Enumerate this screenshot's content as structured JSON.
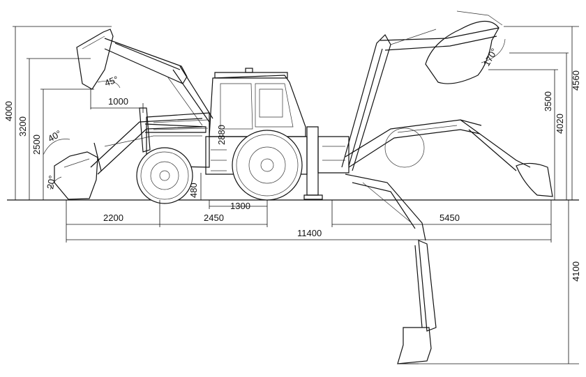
{
  "drawing": {
    "dimensions": {
      "h_4000": "4000",
      "h_3200": "3200",
      "h_2500": "2500",
      "h_2880": "2880",
      "h_480": "480",
      "h_3500": "3500",
      "h_4560": "4560",
      "h_4020": "4020",
      "h_4100": "4100",
      "w_1000": "1000",
      "w_2200": "2200",
      "w_2450": "2450",
      "w_1300": "1300",
      "w_5450": "5450",
      "w_11400": "11400"
    },
    "angles": {
      "a_45": "45°",
      "a_40": "40°",
      "a_20": "20°",
      "a_170": "170°"
    }
  }
}
